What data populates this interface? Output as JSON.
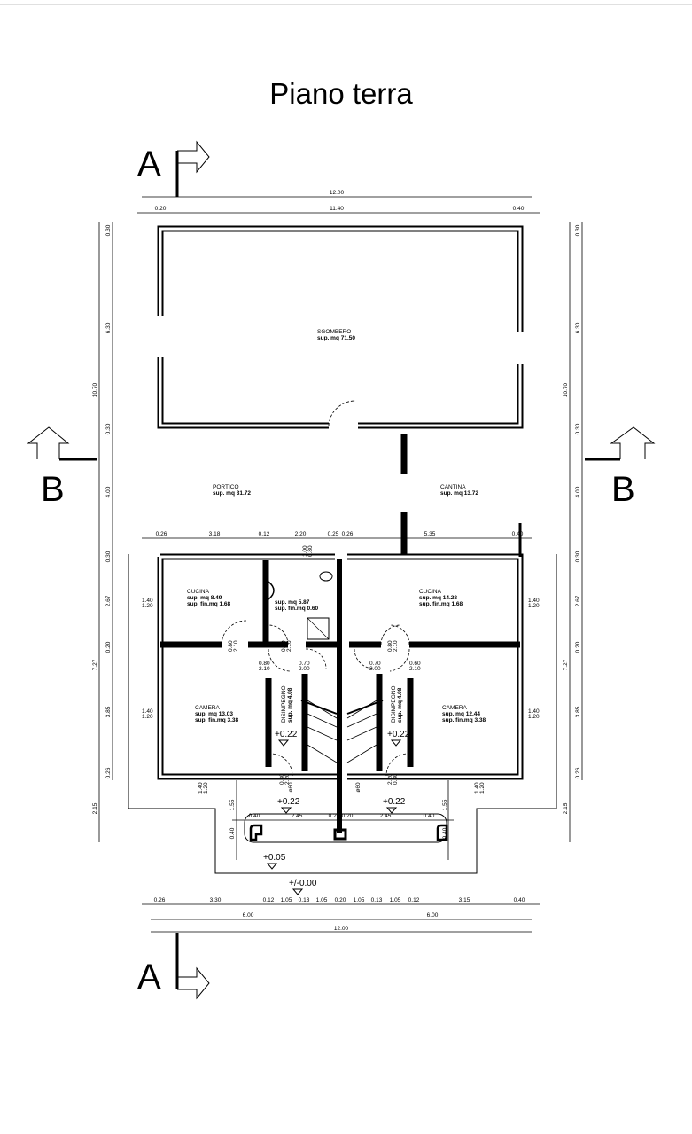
{
  "title": "Piano terra",
  "section_markers": {
    "a_top": "A",
    "a_bottom": "A",
    "b_left": "B",
    "b_right": "B"
  },
  "rooms": {
    "sgombero": {
      "name": "SGOMBERO",
      "area": "sup. mq 71.50"
    },
    "portico": {
      "name": "PORTICO",
      "area": "sup. mq 31.72"
    },
    "cantina": {
      "name": "CANTINA",
      "area": "sup. mq 13.72"
    },
    "cucina_left": {
      "name": "CUCINA",
      "area": "sup. mq 8.49",
      "window_area": "sup. fin.mq 1.68"
    },
    "bagno": {
      "area": "sup. mq 5.87",
      "window_area": "sup. fin.mq 0.60"
    },
    "cucina_right": {
      "name": "CUCINA",
      "area": "sup. mq 14.28",
      "window_area": "sup. fin.mq 1.68"
    },
    "camera_left": {
      "name": "CAMERA",
      "area": "sup. mq 13.03",
      "window_area": "sup. fin.mq 3.38"
    },
    "camera_right": {
      "name": "CAMERA",
      "area": "sup. mq 12.44",
      "window_area": "sup. fin.mq 3.38"
    },
    "disimpegno_left": {
      "name": "DISIMPEGNO",
      "area": "sup. mq 4.08"
    },
    "disimpegno_right": {
      "name": "DISIMPEGNO",
      "area": "sup. mq 4.08"
    }
  },
  "levels": [
    "+0.22",
    "+0.22",
    "+0.22",
    "+0.22",
    "+0.05",
    "+/-0.00"
  ],
  "dims": {
    "top": [
      "12.00",
      "0.20",
      "11.40",
      "0.40"
    ],
    "mid": [
      "0.26",
      "3.18",
      "0.12",
      "2.20",
      "0.25",
      "0.26",
      "5.35",
      "0.40"
    ],
    "left_outer": [
      "10.70",
      "7.27",
      "2.15"
    ],
    "left_inner": [
      "0.30",
      "6.30",
      "0.30",
      "4.00",
      "0.30",
      "2.67",
      "0.20",
      "3.85",
      "0.26"
    ],
    "right_outer": [
      "10.70",
      "7.27",
      "2.15"
    ],
    "right_inner": [
      "0.30",
      "6.30",
      "0.30",
      "4.00",
      "0.30",
      "2.67",
      "0.20",
      "3.85",
      "0.26"
    ],
    "bottom": [
      "0.26",
      "3.30",
      "0.12",
      "1.05",
      "0.13",
      "1.05",
      "0.20",
      "1.05",
      "0.13",
      "1.05",
      "0.12",
      "3.15",
      "0.40"
    ],
    "bottom_half": [
      "6.00",
      "6.00"
    ],
    "bottom_total": "12.00",
    "porch": [
      "1.55",
      "0.40",
      "2.45",
      "0.20",
      "0.20",
      "2.45",
      "0.40",
      "1.55",
      "0.40",
      "0.40"
    ]
  },
  "openings": {
    "window": [
      "1.40",
      "1.20"
    ],
    "door_a": [
      "0.80",
      "2.10"
    ],
    "door_b": [
      "0.70",
      "2.00"
    ],
    "door_c": [
      "0.60",
      "2.10"
    ],
    "door_d": [
      "0.80",
      "2.20"
    ],
    "bath_window": [
      "1.00",
      "0.80"
    ],
    "pipe": "ø60"
  }
}
